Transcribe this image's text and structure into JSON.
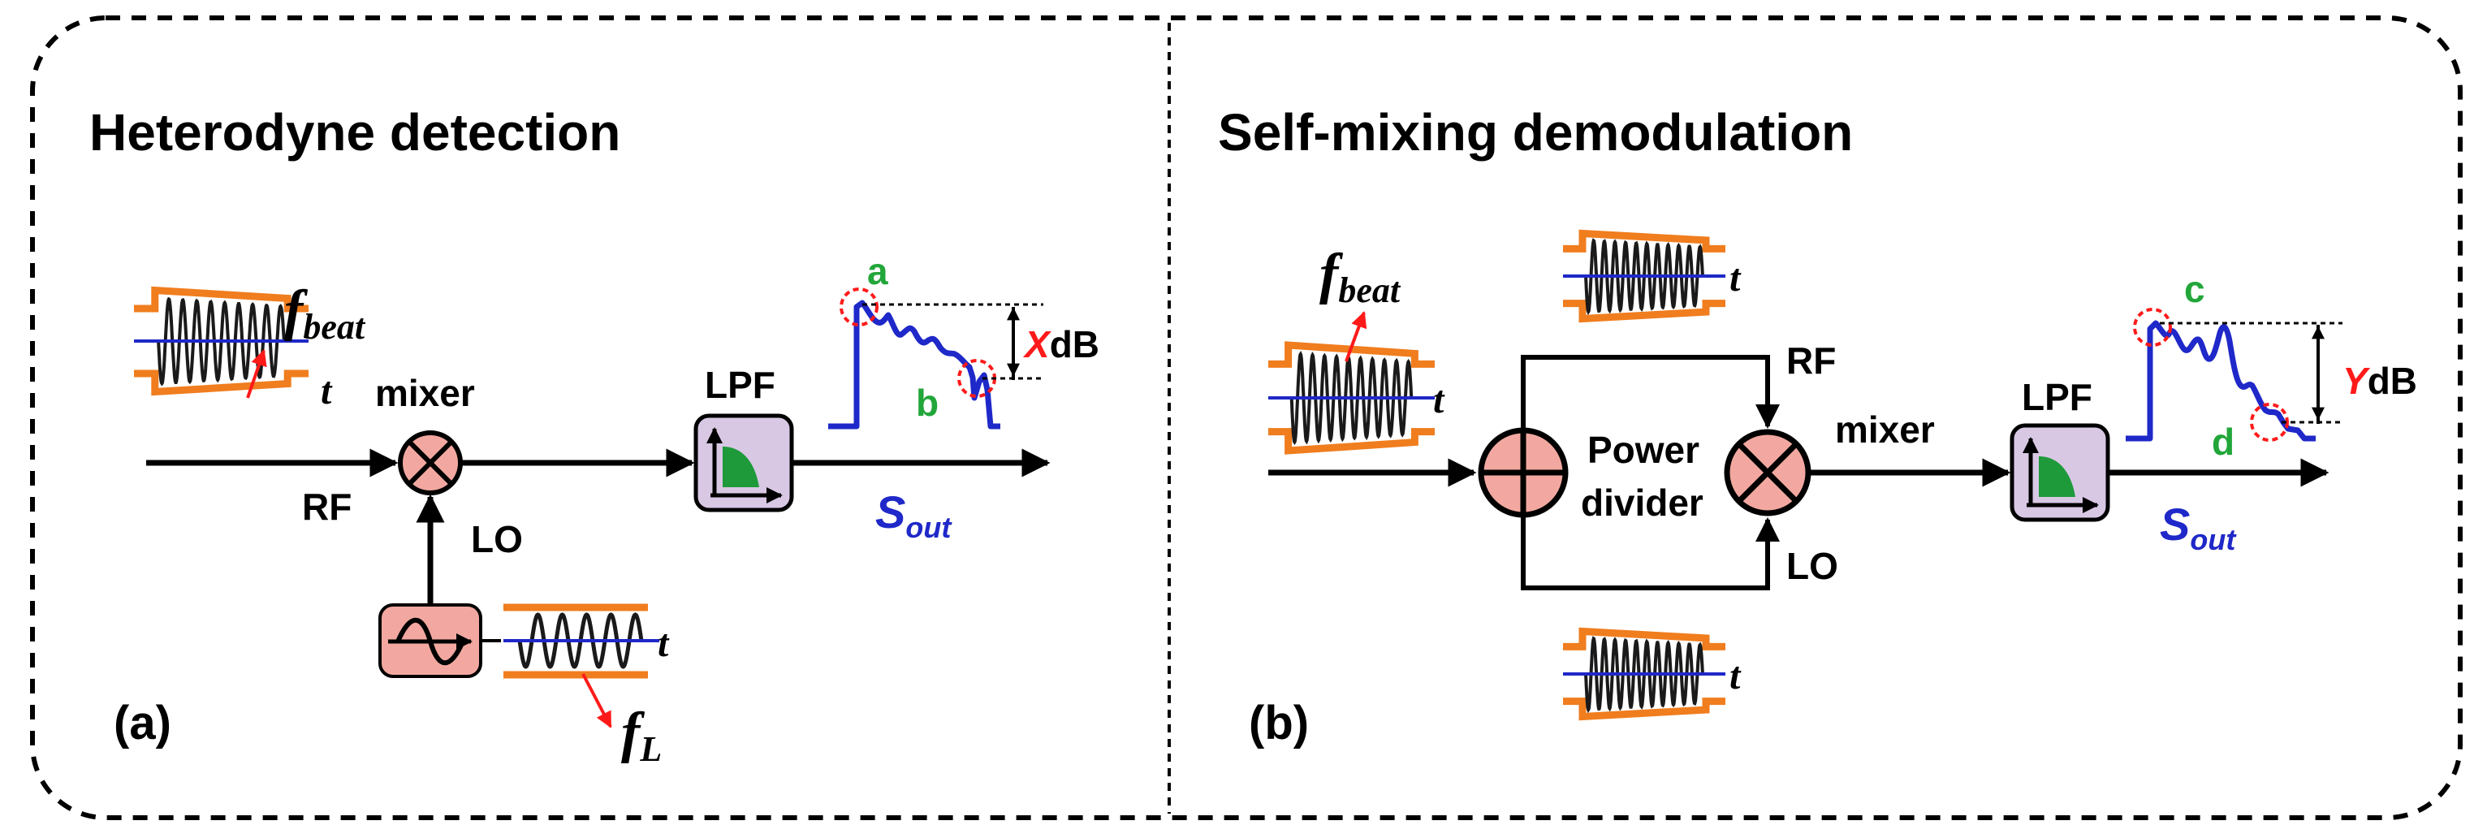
{
  "panel_a": {
    "title": "Heterodyne detection",
    "panel_label": "(a)",
    "fbeat_main": "f",
    "fbeat_sub": "beat",
    "t_rf": "t",
    "mixer": "mixer",
    "rf": "RF",
    "lo": "LO",
    "t_lo": "t",
    "fl_main": "f",
    "fl_sub": "L",
    "lpf": "LPF",
    "sout_main": "S",
    "sout_sub": "out",
    "point_a": "a",
    "point_b": "b",
    "atten_var": "X",
    "atten_unit": "dB"
  },
  "panel_b": {
    "title": "Self-mixing demodulation",
    "panel_label": "(b)",
    "fbeat_main": "f",
    "fbeat_sub": "beat",
    "t_in": "t",
    "t_top": "t",
    "t_bottom": "t",
    "power": "Power",
    "divider": "divider",
    "rf": "RF",
    "lo": "LO",
    "mixer": "mixer",
    "lpf": "LPF",
    "sout_main": "S",
    "sout_sub": "out",
    "point_c": "c",
    "point_d": "d",
    "atten_var": "Y",
    "atten_unit": "dB"
  },
  "colors": {
    "pulse_frame": "#f07d1e",
    "sine": "#1a1a1a",
    "carrier_line": "#1f28c8",
    "mixer_fill": "#f2a8a0",
    "lpf_fill": "#d8c8e4",
    "lpf_curve": "#1e9a3a",
    "marker": "#ff1a1a",
    "sout": "#1f28c8"
  }
}
